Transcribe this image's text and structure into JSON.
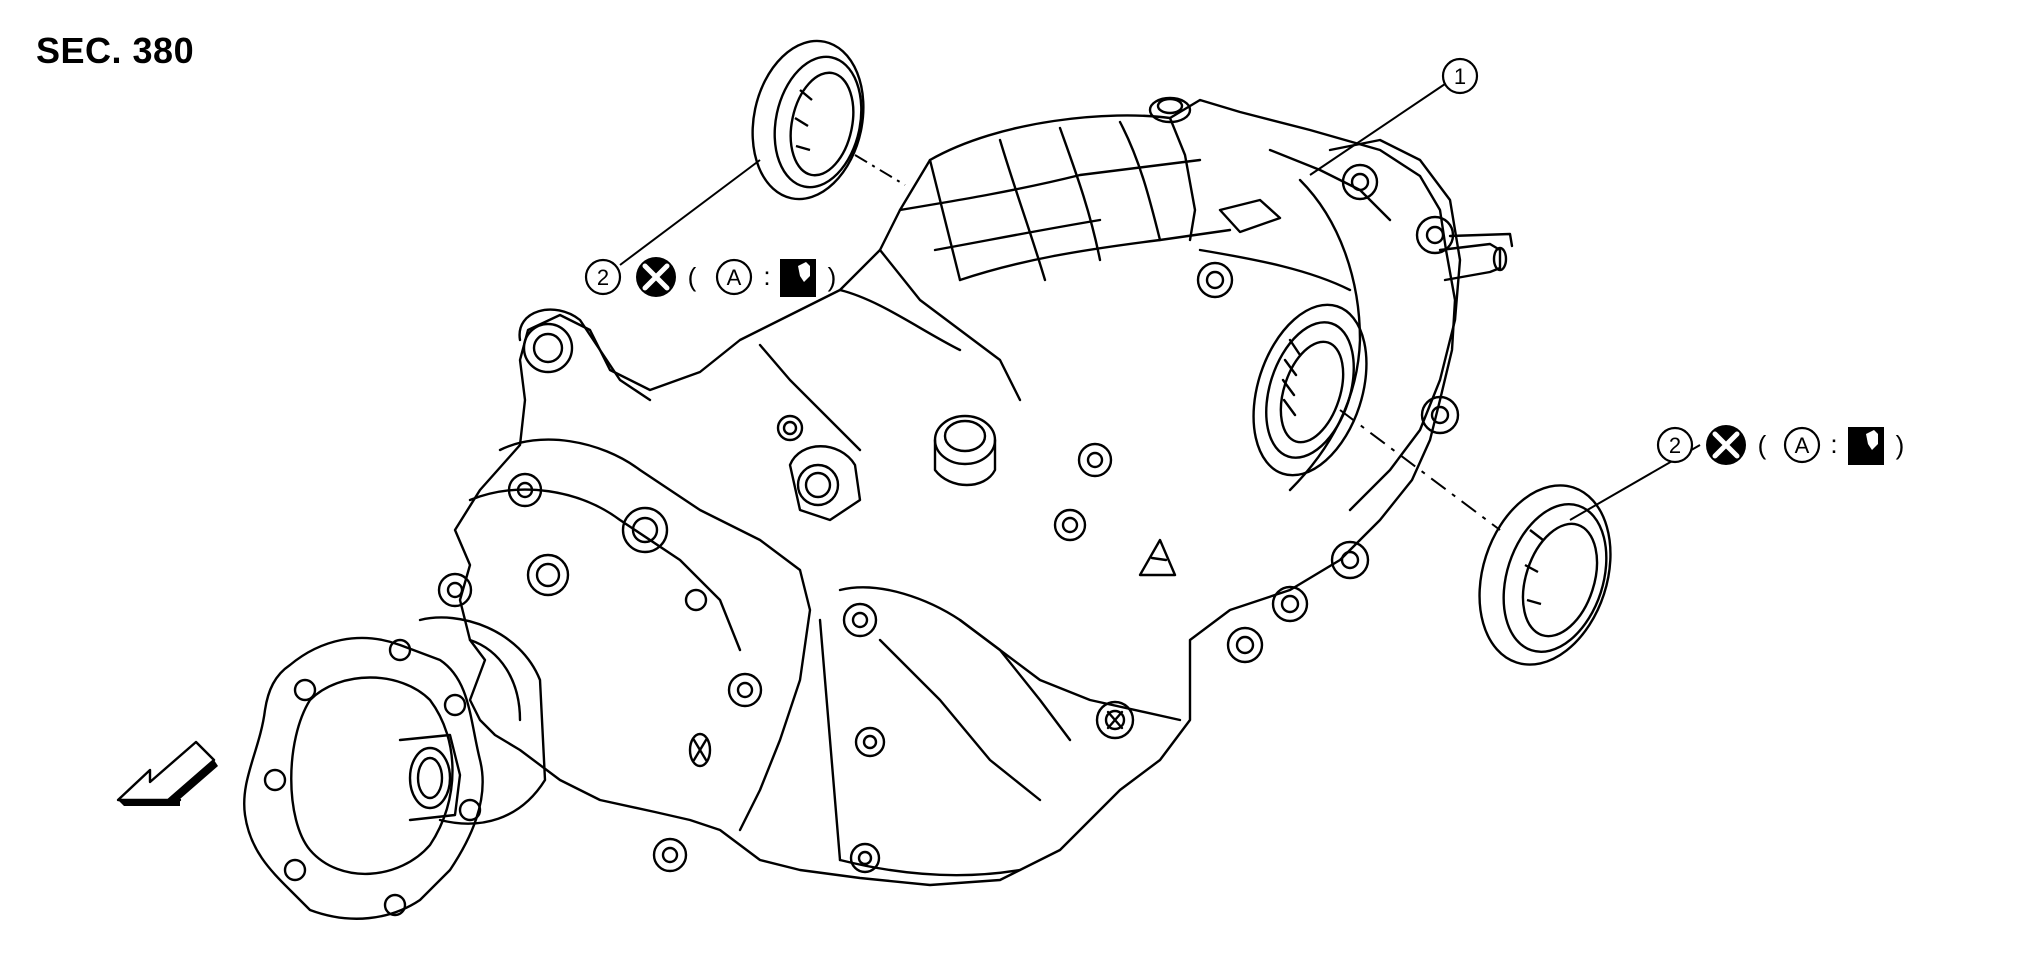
{
  "section": {
    "label": "SEC. 380"
  },
  "callouts": {
    "housing": {
      "number": "1"
    },
    "seal_upper": {
      "number": "2",
      "open_paren": "(",
      "ref_letter": "A",
      "colon": ":",
      "close_paren": ")"
    },
    "seal_right": {
      "number": "2",
      "open_paren": "(",
      "ref_letter": "A",
      "colon": ":",
      "close_paren": ")"
    }
  },
  "symbols": {
    "do_not_reuse": "replace-x-icon",
    "lubricant": "grease-can-icon",
    "front_direction": "front-arrow-icon"
  },
  "colors": {
    "line": "#000000",
    "background": "#ffffff"
  }
}
